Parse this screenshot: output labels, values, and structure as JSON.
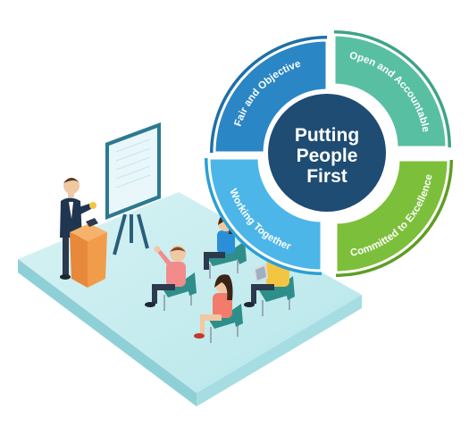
{
  "wheel": {
    "center_lines": [
      "Putting",
      "People",
      "First"
    ],
    "segments": [
      {
        "label": "Fair and Objective",
        "color": "#2b86c5",
        "accent": "#1f6fa6"
      },
      {
        "label": "Open and Accountable",
        "color": "#58bfa2",
        "accent": "#3ea386"
      },
      {
        "label": "Committed to Excellence",
        "color": "#7cbf3a",
        "accent": "#5e9e24"
      },
      {
        "label": "Working Together",
        "color": "#4db6e8",
        "accent": "#2a9fd6"
      }
    ],
    "center_color": "#1e4c73"
  },
  "illustration": {
    "icons": [
      "presentation-platform",
      "easel-whiteboard",
      "podium",
      "presenter",
      "audience-member"
    ]
  }
}
